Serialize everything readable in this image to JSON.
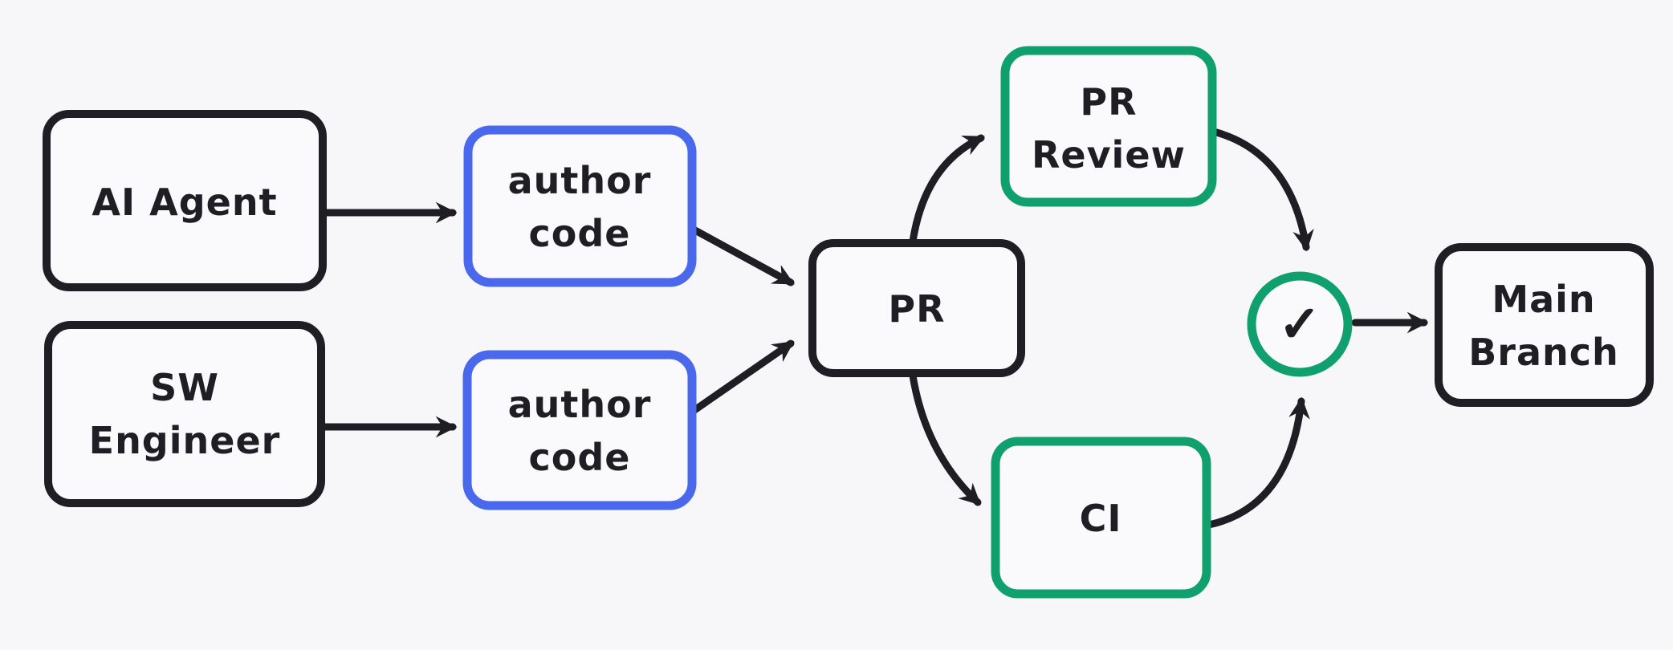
{
  "canvas": {
    "background": "#f7f7fa"
  },
  "colors": {
    "ink": "#1e1e24",
    "blue_accent": "#4a68ec",
    "green_accent": "#10a06e"
  },
  "nodes": {
    "ai_agent": {
      "label": "AI Agent"
    },
    "sw_engineer": {
      "line1": "SW",
      "line2": "Engineer"
    },
    "author_code_top": {
      "line1": "author",
      "line2": "code"
    },
    "author_code_bottom": {
      "line1": "author",
      "line2": "code"
    },
    "pr": {
      "label": "PR"
    },
    "pr_review": {
      "line1": "PR",
      "line2": "Review"
    },
    "ci": {
      "label": "CI"
    },
    "approval": {
      "symbol": "✓"
    },
    "main_branch": {
      "line1": "Main",
      "line2": "Branch"
    }
  },
  "edges": [
    {
      "from": "ai_agent",
      "to": "author_code_top"
    },
    {
      "from": "sw_engineer",
      "to": "author_code_bottom"
    },
    {
      "from": "author_code_top",
      "to": "pr"
    },
    {
      "from": "author_code_bottom",
      "to": "pr"
    },
    {
      "from": "pr",
      "to": "pr_review"
    },
    {
      "from": "pr",
      "to": "ci"
    },
    {
      "from": "pr_review",
      "to": "approval"
    },
    {
      "from": "ci",
      "to": "approval"
    },
    {
      "from": "approval",
      "to": "main_branch"
    }
  ]
}
